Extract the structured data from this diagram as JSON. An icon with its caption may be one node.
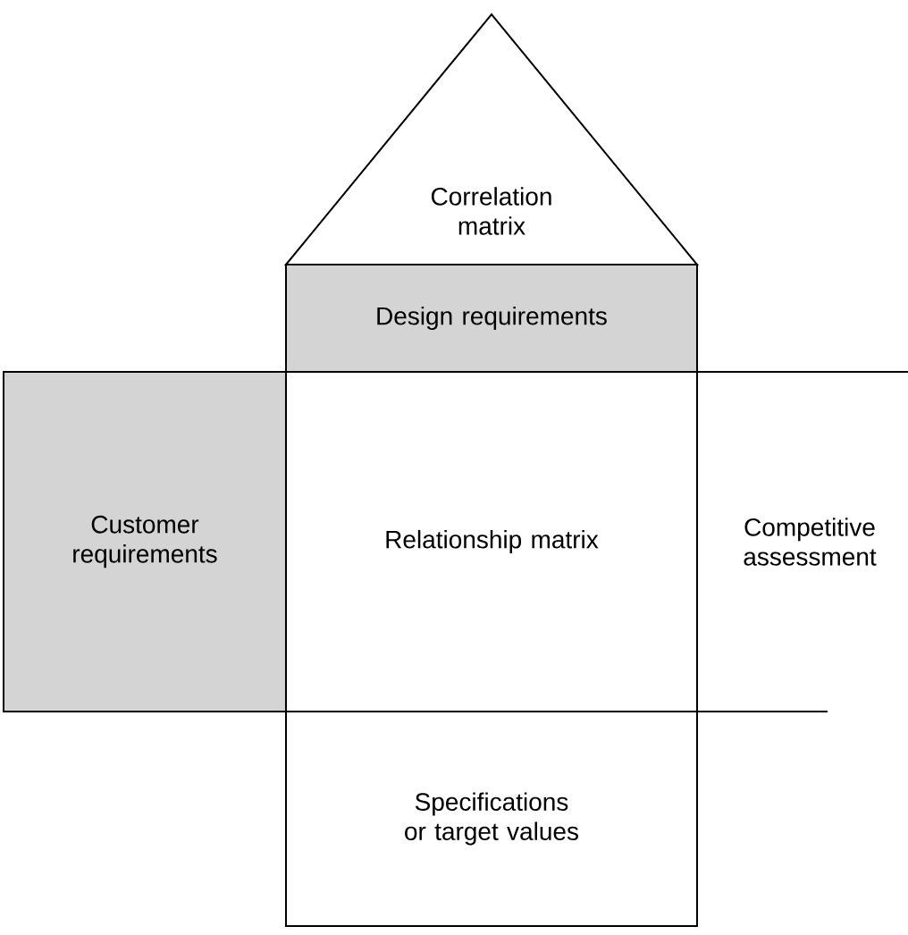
{
  "diagram": {
    "nodes": [
      {
        "text": [
          "Correlation matrix"
        ]
      },
      {
        "text": [
          "Design requirements"
        ]
      },
      {
        "text": [
          "Customer requirements"
        ]
      },
      {
        "text": [
          "Relationship matrix"
        ]
      },
      {
        "text": [
          "Competitive assessment"
        ]
      },
      {
        "text": [
          "Specifications or target values"
        ]
      }
    ]
  }
}
